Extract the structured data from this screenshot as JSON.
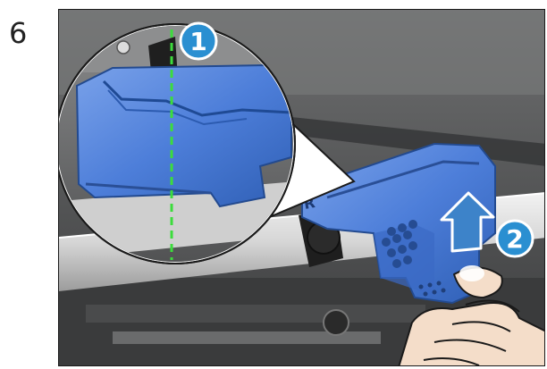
{
  "step": {
    "number": "6"
  },
  "illustration": {
    "subject": "blue-tool-being-lifted-from-rail",
    "callouts": [
      {
        "label": "1"
      },
      {
        "label": "2"
      }
    ],
    "tool_marking": "R",
    "colors": {
      "tool_blue": "#4d7ed9",
      "callout_blue": "#2a8fd1",
      "guide_line_green": "#3cdc3c",
      "arrow_blue": "#3d83c9",
      "frame_border": "#1a1a1a"
    }
  }
}
